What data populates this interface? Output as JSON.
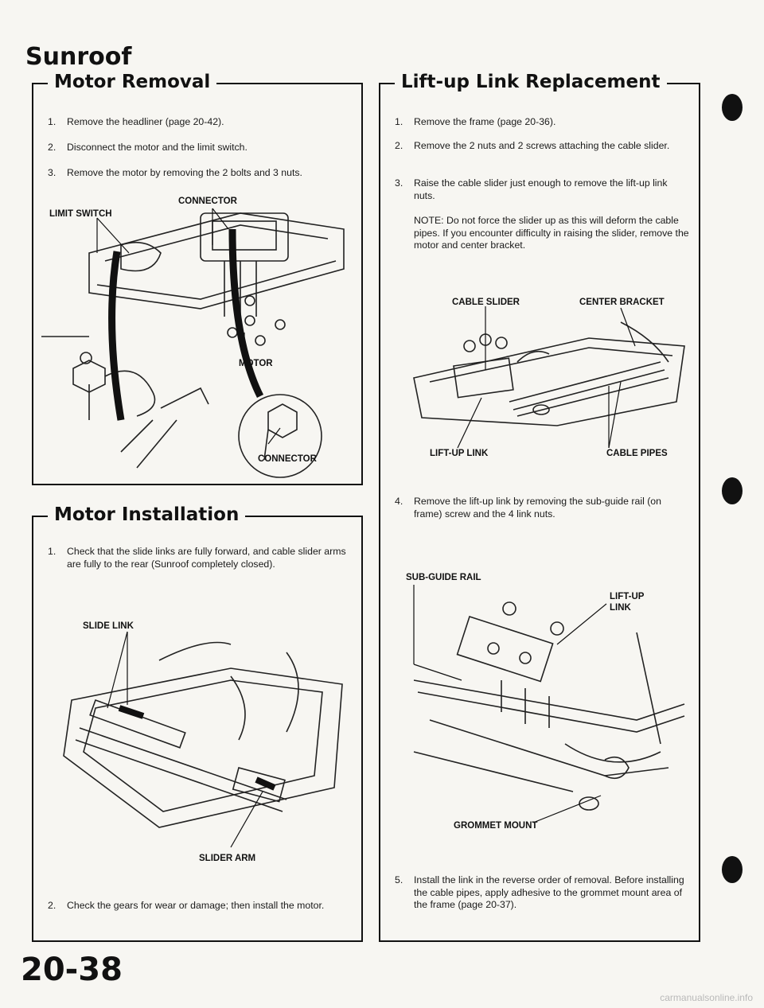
{
  "page": {
    "title": "Sunroof",
    "page_number": "20-38",
    "watermark": "carmanualsonline.info"
  },
  "motor_removal": {
    "title": "Motor Removal",
    "steps": [
      {
        "num": "1.",
        "text": "Remove the headliner (page 20-42)."
      },
      {
        "num": "2.",
        "text": "Disconnect the motor and the limit switch."
      },
      {
        "num": "3.",
        "text": "Remove the motor by removing the 2 bolts and 3 nuts."
      }
    ],
    "figure_labels": {
      "limit_switch": "LIMIT SWITCH",
      "connector_top": "CONNECTOR",
      "motor": "MOTOR",
      "connector_bottom": "CONNECTOR"
    }
  },
  "motor_installation": {
    "title": "Motor Installation",
    "steps": [
      {
        "num": "1.",
        "text": "Check that the slide links are fully forward, and cable slider arms are fully to the rear (Sunroof completely closed)."
      },
      {
        "num": "2.",
        "text": "Check the gears for wear or damage; then install the motor."
      }
    ],
    "figure_labels": {
      "slide_link": "SLIDE LINK",
      "slider_arm": "SLIDER ARM"
    }
  },
  "lift_up_link": {
    "title": "Lift-up Link Replacement",
    "steps": [
      {
        "num": "1.",
        "text": "Remove the frame (page 20-36)."
      },
      {
        "num": "2.",
        "text": "Remove the 2 nuts and 2 screws attaching the cable slider."
      },
      {
        "num": "3.",
        "text": "Raise the cable slider just enough to remove the lift-up link nuts."
      },
      {
        "num": "4.",
        "text": "Remove the lift-up link by removing the sub-guide rail (on frame) screw and the 4 link nuts."
      },
      {
        "num": "5.",
        "text": "Install the link in the reverse order of removal. Before installing the cable pipes, apply adhesive to the grommet mount area of the frame (page 20-37)."
      }
    ],
    "note": "NOTE: Do not force the slider up as this will deform the cable pipes. If you encounter difficulty in raising the slider, remove the motor and center bracket.",
    "figure1_labels": {
      "cable_slider": "CABLE SLIDER",
      "center_bracket": "CENTER BRACKET",
      "lift_up_link": "LIFT-UP LINK",
      "cable_pipes": "CABLE PIPES"
    },
    "figure2_labels": {
      "sub_guide_rail": "SUB-GUIDE RAIL",
      "lift_up_1": "LIFT-UP",
      "lift_up_2": "LINK",
      "grommet_mount": "GROMMET MOUNT"
    }
  }
}
